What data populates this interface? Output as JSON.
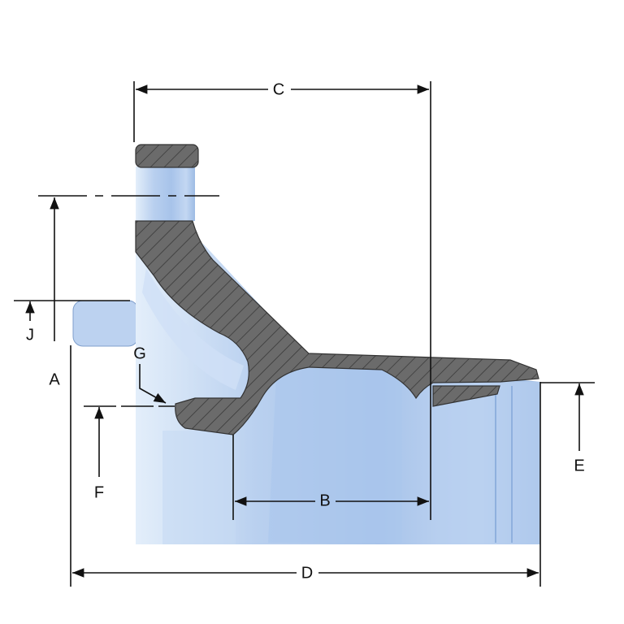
{
  "drawing": {
    "labels": {
      "A": "A",
      "B": "B",
      "C": "C",
      "D": "D",
      "E": "E",
      "F": "F",
      "G": "G",
      "J": "J"
    },
    "colors": {
      "body_light": "#dbe8f7",
      "body_mid": "#b4cdee",
      "body_dark": "#8fb0de",
      "section": "#6b6b6b",
      "hatch": "#3a3a3a",
      "lines": "#111111"
    }
  }
}
